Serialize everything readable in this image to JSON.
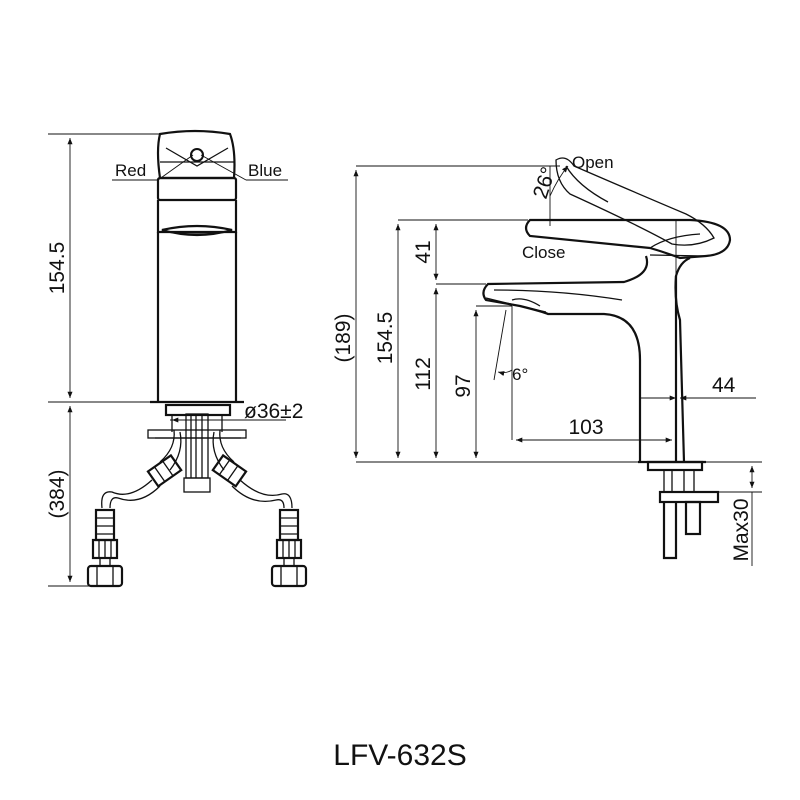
{
  "labels": {
    "red": "Red",
    "blue": "Blue",
    "open": "Open",
    "close": "Close",
    "open_angle": "26°",
    "spout_angle": "6°"
  },
  "dimensions": {
    "front_height": "154.5",
    "hose_length": "(384)",
    "hole_diameter": "ø36±2",
    "side_total_height": "(189)",
    "side_height": "154.5",
    "handle_height": "41",
    "spout_top_height": "112",
    "spout_outlet_height": "97",
    "reach": "103",
    "body_depth": "44",
    "max_counter": "Max30"
  },
  "model": "LFV-632S",
  "colors": {
    "line": "#111111",
    "background": "#ffffff"
  }
}
